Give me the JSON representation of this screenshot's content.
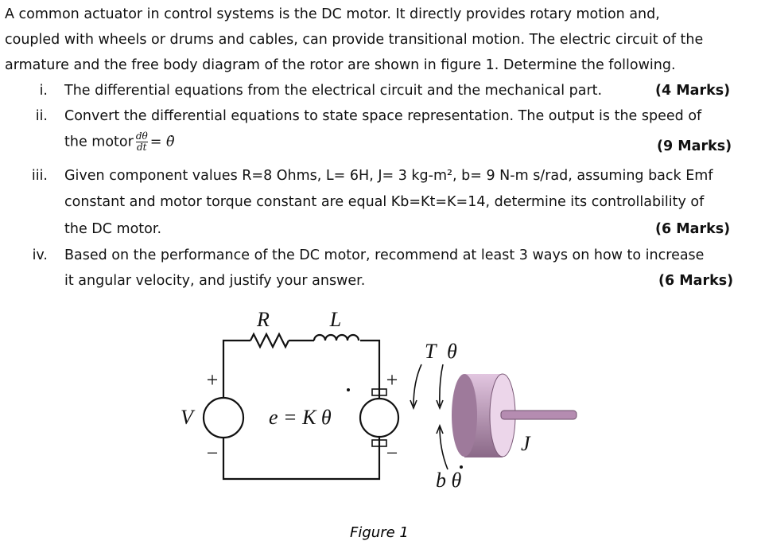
{
  "intro": [
    "A common actuator in control systems is the DC motor. It directly provides rotary motion and,",
    "coupled with wheels or drums and cables, can provide transitional motion. The electric circuit of the",
    "armature and the free body diagram of the rotor are shown in figure 1. Determine the following."
  ],
  "items": [
    {
      "num": "i.",
      "lines": [
        "The differential equations from the electrical circuit and the mechanical part."
      ],
      "marks": "(4 Marks)"
    },
    {
      "num": "ii.",
      "lines": [
        "Convert the differential equations to state space representation. The output is the speed of",
        "the motor"
      ],
      "frac_num": "dθ",
      "frac_den": "dt",
      "eq": "= θ̇",
      "marks": "(9 Marks)"
    },
    {
      "num": "iii.",
      "lines": [
        "Given component values R=8 Ohms, L= 6H, J= 3 kg-m², b= 9 N-m s/rad, assuming back Emf",
        "constant and motor torque constant are equal Kb=Kt=K=14, determine its controllability of",
        "the DC motor."
      ],
      "marks": "(6 Marks)"
    },
    {
      "num": "iv.",
      "lines": [
        "Based on the performance of the DC motor, recommend at least 3 ways on how to increase",
        "it angular velocity, and justify your answer."
      ],
      "marks": "(6 Marks)"
    }
  ],
  "figure": {
    "R": "R",
    "L": "L",
    "V": "V",
    "plus": "+",
    "minus": "−",
    "emf": "e = K θ",
    "torque": "T",
    "theta": "θ",
    "damping": "b θ",
    "inertia": "J",
    "caption": "Figure 1",
    "cylinder_color": "#c79bc4"
  }
}
